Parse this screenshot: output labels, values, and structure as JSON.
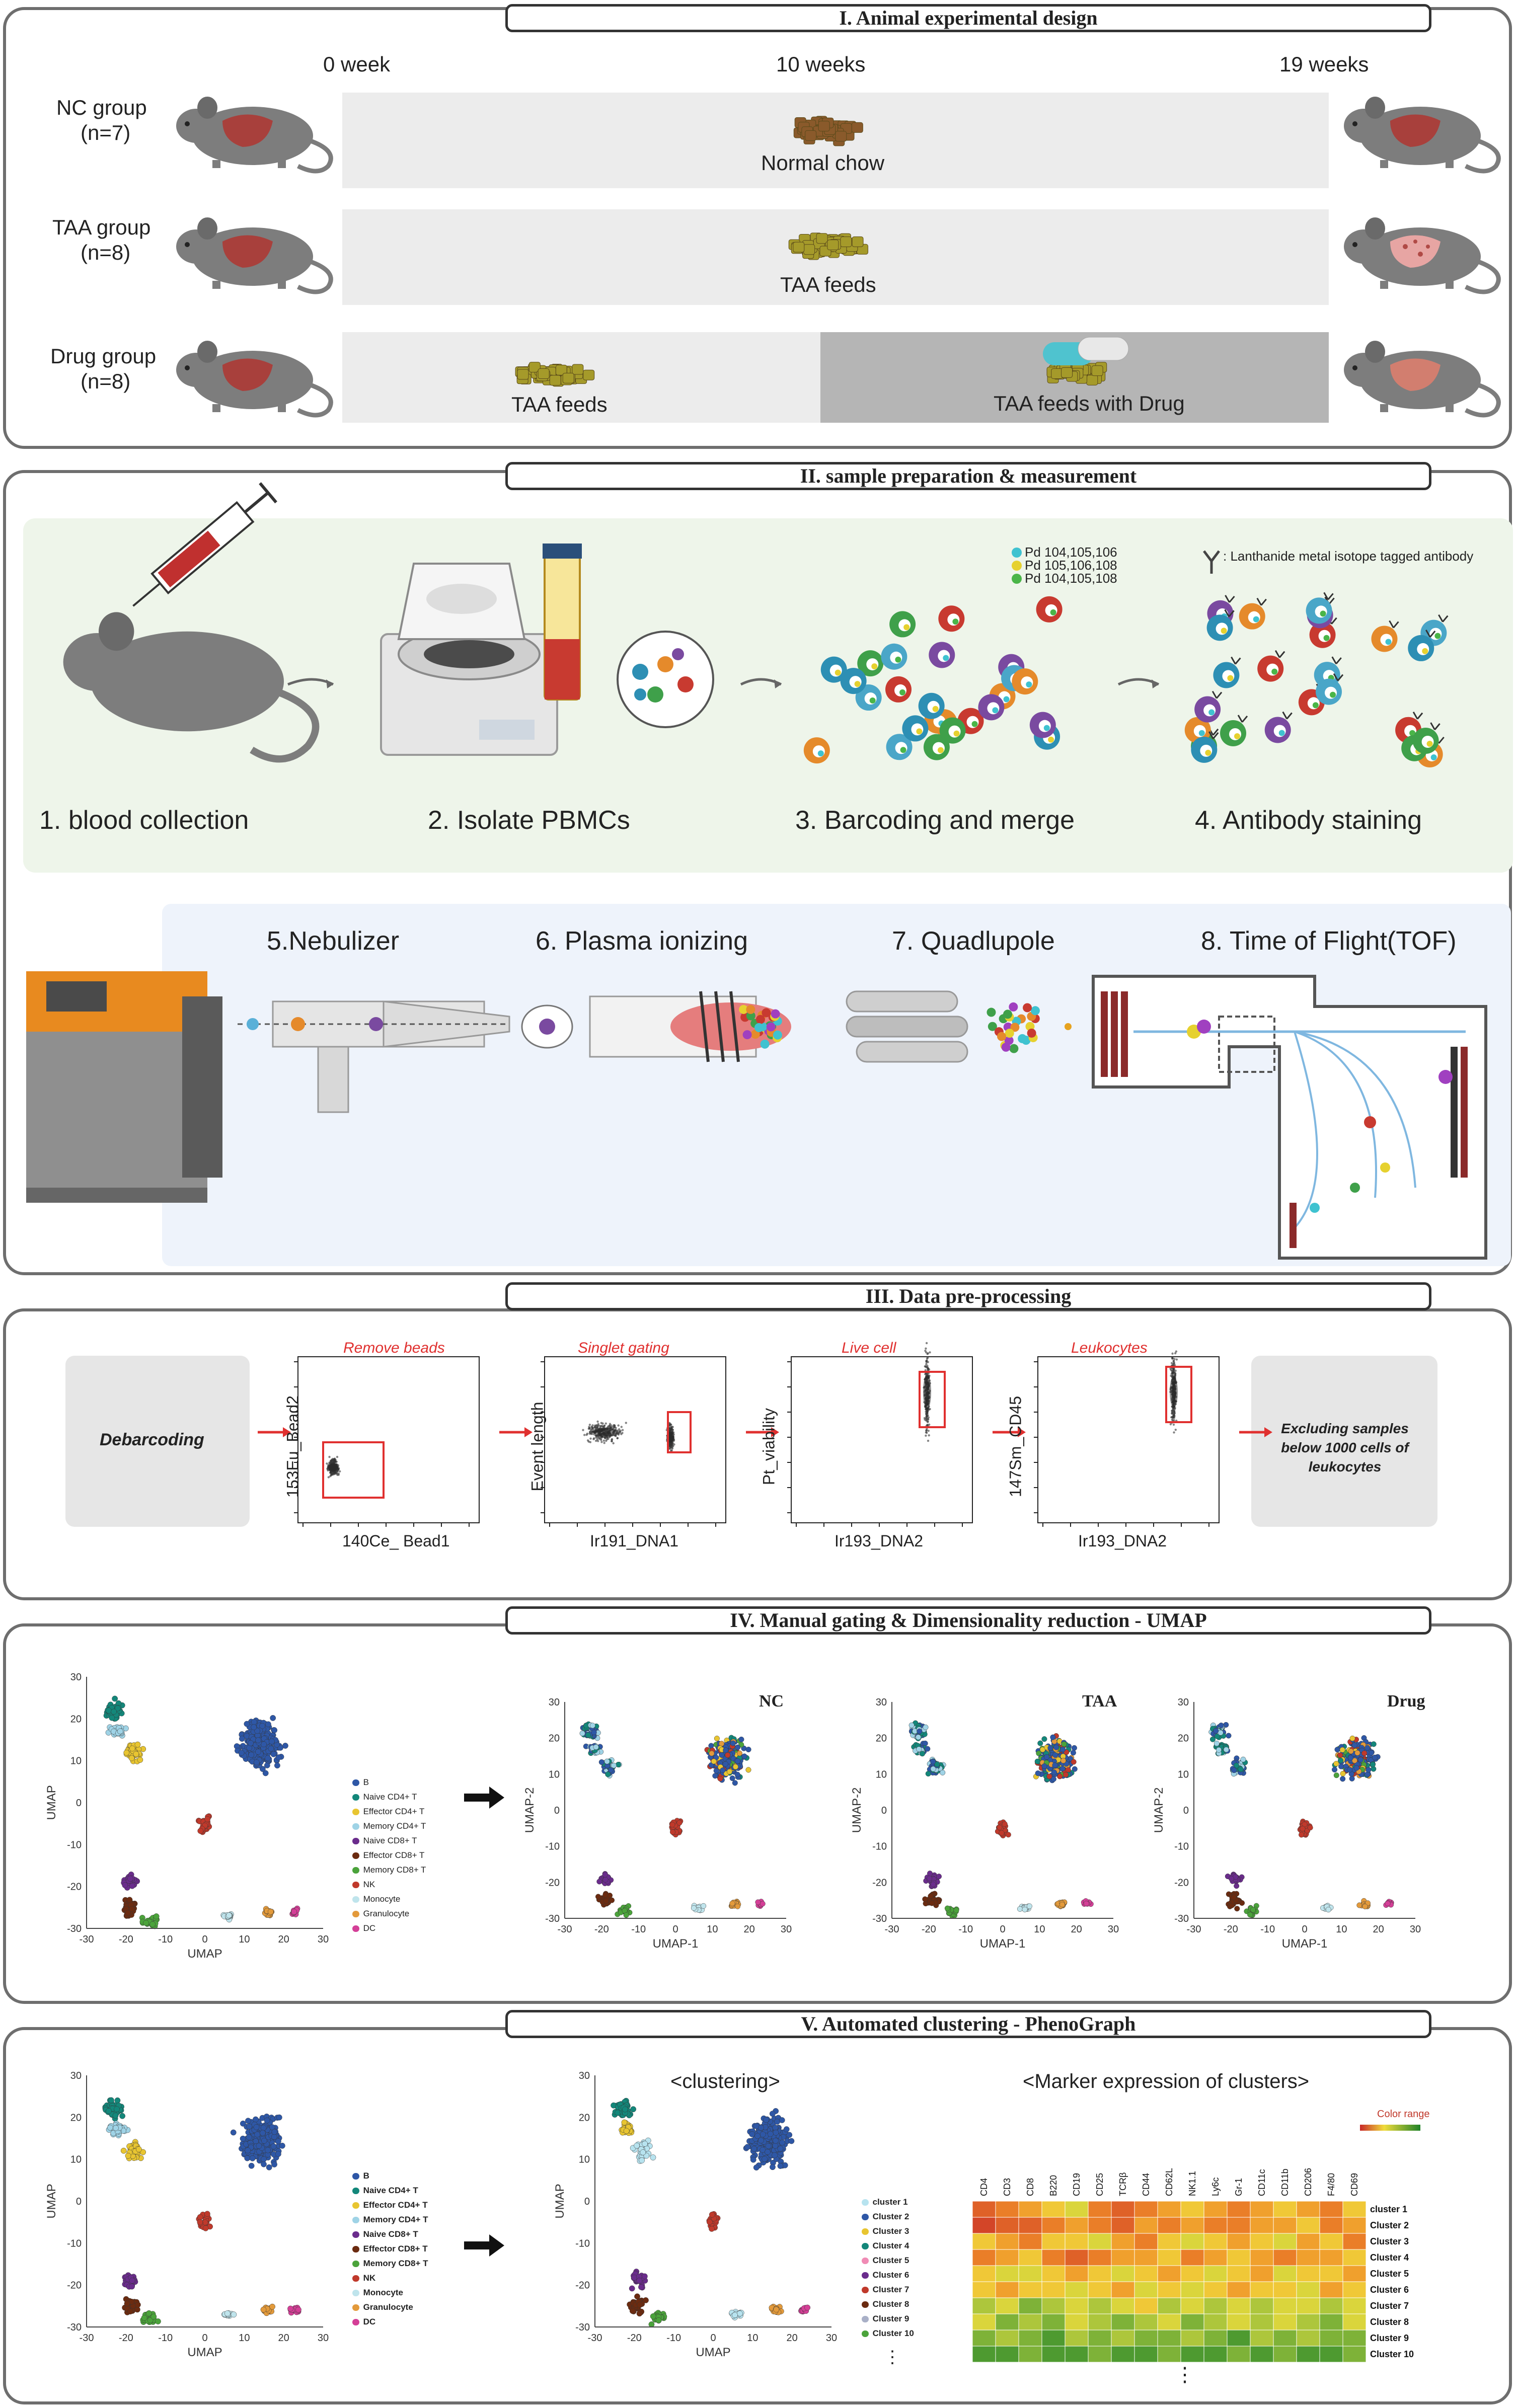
{
  "section1": {
    "title": "I. Animal experimental design",
    "timepoints": [
      "0 week",
      "10 weeks",
      "19 weeks"
    ],
    "groups": [
      {
        "name": "NC group",
        "n": "(n=7)"
      },
      {
        "name": "TAA group",
        "n": "(n=8)"
      },
      {
        "name": "Drug group",
        "n": "(n=8)"
      }
    ],
    "feeds": {
      "normal": "Normal chow",
      "taa": "TAA feeds",
      "drug_taa": "TAA feeds",
      "drug_mix": "TAA feeds with Drug"
    }
  },
  "section2": {
    "title": "II. sample preparation & measurement",
    "steps": [
      "1. blood collection",
      "2. Isolate PBMCs",
      "3. Barcoding and merge",
      "4. Antibody staining"
    ],
    "instrument_steps": [
      "5.Nebulizer",
      "6. Plasma ionizing",
      "7. Quadlupole",
      "8. Time of Flight(TOF)"
    ],
    "barcodes": [
      "Pd 104,105,106",
      "Pd 105,106,108",
      "Pd 104,105,108"
    ],
    "antibody_note": ": Lanthanide metal isotope tagged antibody"
  },
  "section3": {
    "title": "III. Data pre-processing",
    "debarcoding": "Debarcoding",
    "gates": [
      {
        "title": "Remove beads",
        "ylabel": "153Eu_Bead2",
        "xlabel": "140Ce_ Bead1"
      },
      {
        "title": "Singlet gating",
        "ylabel": "Event length",
        "xlabel": "Ir191_DNA1"
      },
      {
        "title": "Live cell",
        "ylabel": "Pt_viability",
        "xlabel": "Ir193_DNA2"
      },
      {
        "title": "Leukocytes",
        "ylabel": "147Sm_CD45",
        "xlabel": "Ir193_DNA2"
      }
    ],
    "exclude_note": "Excluding samples below 1000 cells of leukocytes"
  },
  "section4": {
    "title": "IV. Manual gating & Dimensionality reduction - UMAP",
    "main_axis": "UMAP",
    "legend": [
      {
        "label": "B",
        "color": "#2e57a6"
      },
      {
        "label": "Naive CD4+ T",
        "color": "#13877a"
      },
      {
        "label": "Effector CD4+ T",
        "color": "#e8c531"
      },
      {
        "label": "Memory CD4+ T",
        "color": "#9fd3e6"
      },
      {
        "label": "Naive CD8+ T",
        "color": "#6a2c8c"
      },
      {
        "label": "Effector CD8+ T",
        "color": "#6b2b10"
      },
      {
        "label": "Memory CD8+ T",
        "color": "#4ba33b"
      },
      {
        "label": "NK",
        "color": "#c0392b"
      },
      {
        "label": "Monocyte",
        "color": "#bfe4ec"
      },
      {
        "label": "Granulocyte",
        "color": "#e39a3b"
      },
      {
        "label": "DC",
        "color": "#d43f97"
      }
    ],
    "conditions": [
      "NC",
      "TAA",
      "Drug"
    ],
    "xlabel": "UMAP-1",
    "ylabel": "UMAP-2"
  },
  "section5": {
    "title": "V. Automated clustering - PhenoGraph",
    "clustering_title": "<clustering>",
    "marker_title": "<Marker expression of clusters>",
    "color_range": "Color range",
    "clusters": [
      {
        "label": "cluster 1",
        "color": "#b7e3ef"
      },
      {
        "label": "Cluster 2",
        "color": "#2e57a6"
      },
      {
        "label": "Cluster 3",
        "color": "#e8c531"
      },
      {
        "label": "Cluster 4",
        "color": "#13877a"
      },
      {
        "label": "Cluster 5",
        "color": "#f08bb5"
      },
      {
        "label": "Cluster 6",
        "color": "#6a2c8c"
      },
      {
        "label": "Cluster 7",
        "color": "#c0392b"
      },
      {
        "label": "Cluster 8",
        "color": "#6b2b10"
      },
      {
        "label": "Cluster 9",
        "color": "#a9b0c7"
      },
      {
        "label": "Cluster 10",
        "color": "#4ba33b"
      }
    ],
    "ellipsis": "⋮",
    "markers": [
      "CD4",
      "CD3",
      "CD8",
      "B220",
      "CD19",
      "CD25",
      "TCRβ",
      "CD44",
      "CD62L",
      "NK1.1",
      "Ly6c",
      "Gr-1",
      "CD11c",
      "CD11b",
      "CD206",
      "F4/80",
      "CD69"
    ],
    "heat_rows": [
      "cluster 1",
      "Cluster 2",
      "Cluster 3",
      "Cluster 4",
      "Cluster 5",
      "Cluster 6",
      "Cluster 7",
      "Cluster 8",
      "Cluster 9",
      "Cluster 10"
    ],
    "heat_values": [
      [
        0.2,
        0.3,
        0.4,
        0.5,
        0.6,
        0.3,
        0.2,
        0.3,
        0.4,
        0.5,
        0.4,
        0.3,
        0.4,
        0.5,
        0.4,
        0.3,
        0.5
      ],
      [
        0.1,
        0.2,
        0.2,
        0.3,
        0.4,
        0.3,
        0.2,
        0.4,
        0.3,
        0.4,
        0.3,
        0.3,
        0.4,
        0.4,
        0.5,
        0.3,
        0.4
      ],
      [
        0.5,
        0.4,
        0.3,
        0.5,
        0.5,
        0.6,
        0.4,
        0.3,
        0.5,
        0.6,
        0.5,
        0.4,
        0.5,
        0.6,
        0.4,
        0.5,
        0.3
      ],
      [
        0.3,
        0.4,
        0.5,
        0.3,
        0.2,
        0.3,
        0.4,
        0.4,
        0.5,
        0.3,
        0.4,
        0.5,
        0.4,
        0.3,
        0.4,
        0.4,
        0.5
      ],
      [
        0.5,
        0.6,
        0.6,
        0.5,
        0.4,
        0.5,
        0.6,
        0.5,
        0.4,
        0.5,
        0.6,
        0.5,
        0.4,
        0.6,
        0.5,
        0.5,
        0.4
      ],
      [
        0.5,
        0.4,
        0.5,
        0.5,
        0.6,
        0.5,
        0.4,
        0.6,
        0.5,
        0.6,
        0.5,
        0.4,
        0.5,
        0.5,
        0.6,
        0.4,
        0.5
      ],
      [
        0.7,
        0.6,
        0.8,
        0.7,
        0.6,
        0.7,
        0.6,
        0.5,
        0.7,
        0.6,
        0.7,
        0.6,
        0.7,
        0.6,
        0.6,
        0.7,
        0.6
      ],
      [
        0.6,
        0.8,
        0.7,
        0.8,
        0.6,
        0.7,
        0.8,
        0.7,
        0.6,
        0.8,
        0.7,
        0.6,
        0.7,
        0.6,
        0.7,
        0.8,
        0.6
      ],
      [
        0.8,
        0.7,
        0.8,
        0.9,
        0.7,
        0.8,
        0.7,
        0.8,
        0.8,
        0.7,
        0.8,
        0.9,
        0.7,
        0.8,
        0.7,
        0.8,
        0.8
      ],
      [
        0.9,
        0.9,
        0.8,
        0.9,
        0.9,
        0.8,
        0.9,
        0.9,
        0.8,
        0.9,
        0.9,
        0.8,
        0.9,
        0.8,
        0.9,
        0.9,
        0.8
      ]
    ]
  }
}
